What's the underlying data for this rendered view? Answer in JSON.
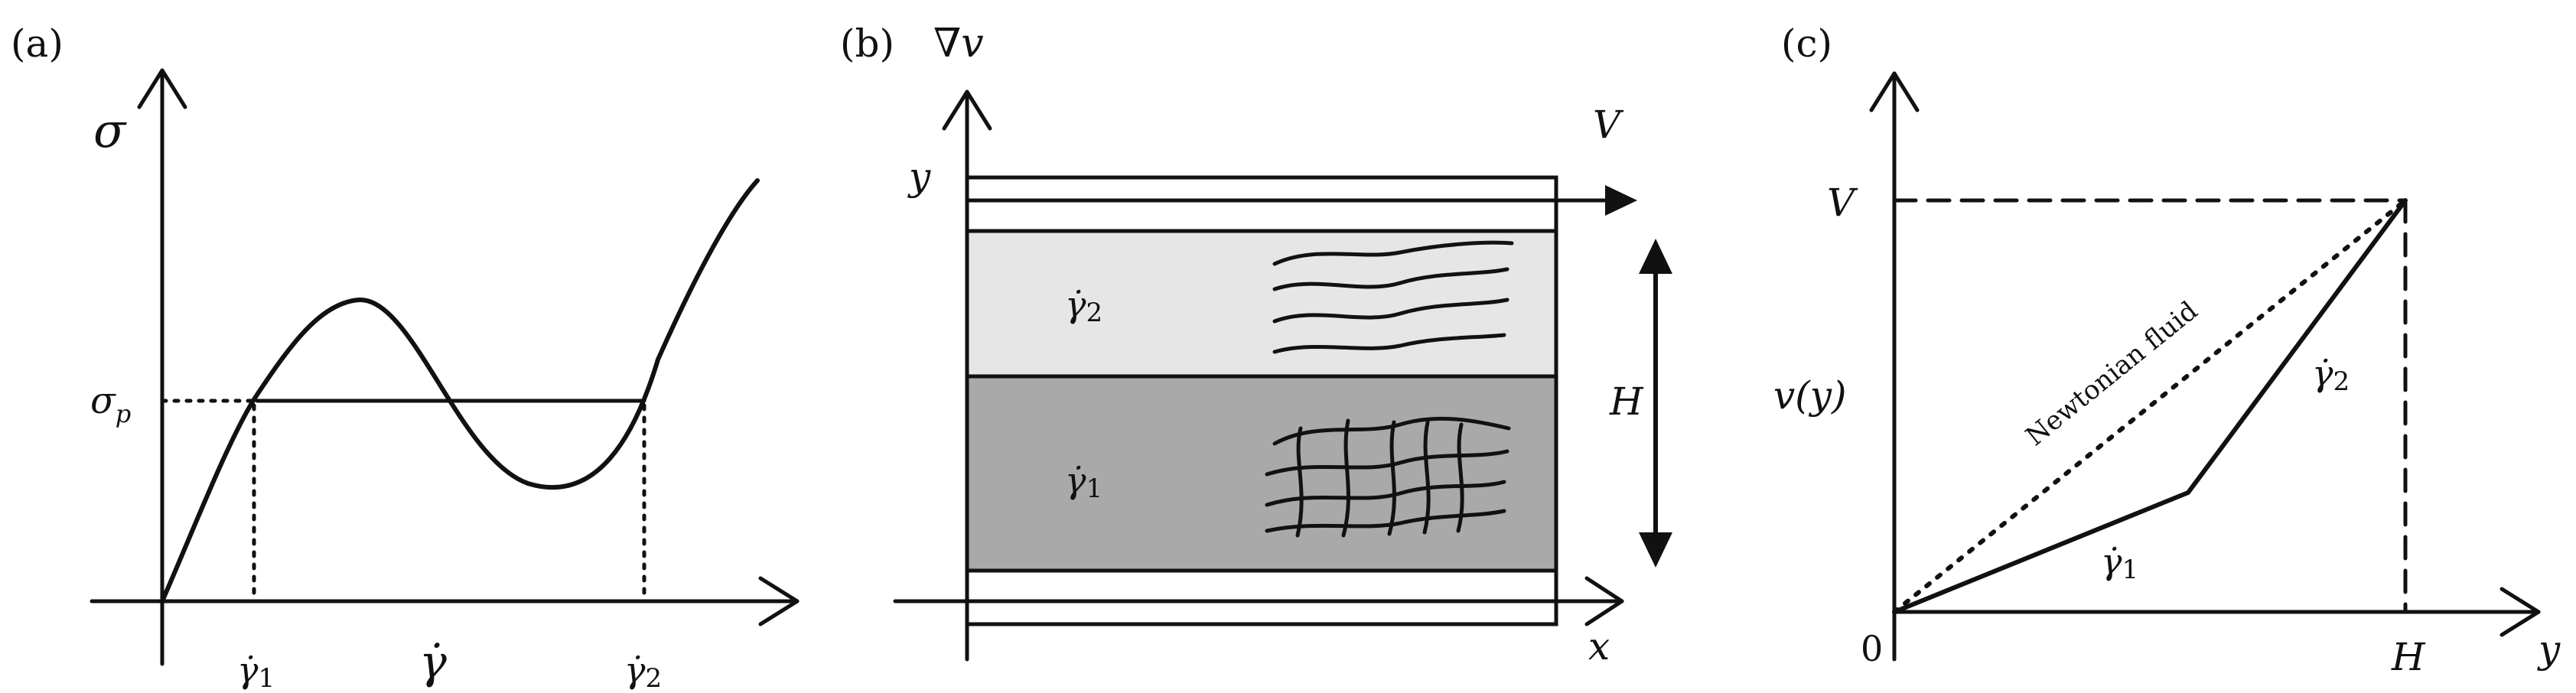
{
  "panels": {
    "a": {
      "tag": "(a)",
      "y_axis_label": "σ",
      "plateau_sym": "σ",
      "plateau_sub": "p",
      "x_axis_label": "γ̇",
      "rate1_sym": "γ̇",
      "rate1_sub": "1",
      "rate2_sym": "γ̇",
      "rate2_sub": "2"
    },
    "b": {
      "tag": "(b)",
      "grad_label": "∇v",
      "y_label": "y",
      "x_label": "x",
      "velocity_label": "V",
      "gap_label": "H",
      "band_top_sym": "γ̇",
      "band_top_sub": "2",
      "band_bottom_sym": "γ̇",
      "band_bottom_sub": "1",
      "colors": {
        "band_top": "#e6e6e6",
        "band_bottom": "#a9a9a9"
      }
    },
    "c": {
      "tag": "(c)",
      "y_axis_label": "v(y)",
      "x_axis_label": "y",
      "origin_label": "0",
      "v_tick": "V",
      "h_tick": "H",
      "newtonian_label": "Newtonian fluid",
      "rate1_sym": "γ̇",
      "rate1_sub": "1",
      "rate2_sym": "γ̇",
      "rate2_sub": "2"
    }
  }
}
